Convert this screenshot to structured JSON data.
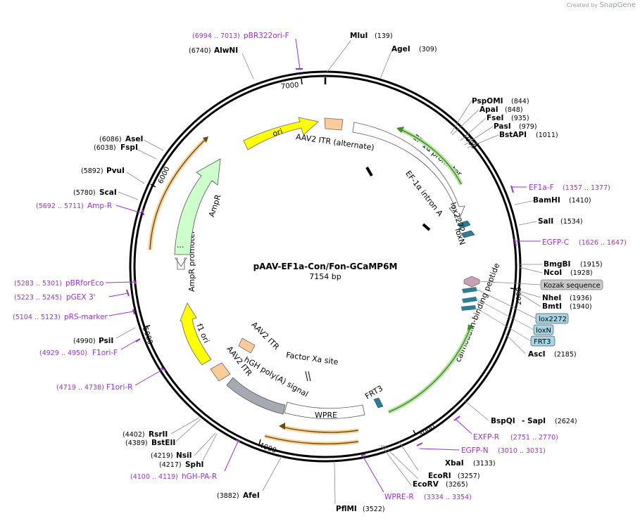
{
  "brand": {
    "created_by": "Created by",
    "name": "SnapGene"
  },
  "plasmid": {
    "name": "pAAV-EF1a-Con/Fon-GCaMP6M",
    "size": "7154 bp"
  },
  "ticks": [
    "1000",
    "2000",
    "3000",
    "4000",
    "5000",
    "6000",
    "7000"
  ],
  "enzymes": [
    {
      "name": "MluI",
      "pos": "(139)"
    },
    {
      "name": "AgeI",
      "pos": "(309)"
    },
    {
      "name": "PspOMI",
      "pos": "(844)"
    },
    {
      "name": "ApaI",
      "pos": "(848)"
    },
    {
      "name": "FseI",
      "pos": "(935)"
    },
    {
      "name": "PasI",
      "pos": "(979)"
    },
    {
      "name": "BstAPI",
      "pos": "(1011)"
    },
    {
      "name": "BamHI",
      "pos": "(1410)"
    },
    {
      "name": "SalI",
      "pos": "(1534)"
    },
    {
      "name": "BmgBI",
      "pos": "(1915)"
    },
    {
      "name": "NcoI",
      "pos": "(1928)"
    },
    {
      "name": "NheI",
      "pos": "(1936)"
    },
    {
      "name": "BmtI",
      "pos": "(1940)"
    },
    {
      "name": "AscI",
      "pos": "(2185)"
    },
    {
      "name": "BspQI",
      "pos": ""
    },
    {
      "name": "- SapI",
      "pos": "(2624)"
    },
    {
      "name": "XbaI",
      "pos": "(3133)"
    },
    {
      "name": "EcoRI",
      "pos": "(3257)"
    },
    {
      "name": "EcoRV",
      "pos": "(3265)"
    },
    {
      "name": "PflMI",
      "pos": "(3522)"
    },
    {
      "name": "AfeI",
      "pos": "(3882)"
    },
    {
      "name": "SphI",
      "pos": "(4217)"
    },
    {
      "name": "NsiI",
      "pos": "(4219)"
    },
    {
      "name": "BstEII",
      "pos": "(4389)"
    },
    {
      "name": "RsrII",
      "pos": "(4402)"
    },
    {
      "name": "PsiI",
      "pos": "(4990)"
    },
    {
      "name": "ScaI",
      "pos": "(5780)"
    },
    {
      "name": "PvuI",
      "pos": "(5892)"
    },
    {
      "name": "FspI",
      "pos": "(6038)"
    },
    {
      "name": "AseI",
      "pos": "(6086)"
    },
    {
      "name": "AlwNI",
      "pos": "(6740)"
    }
  ],
  "primers": [
    {
      "name": "pBR322ori-F",
      "range": "(6994 .. 7013)"
    },
    {
      "name": "EF1a-F",
      "range": "(1357 .. 1377)"
    },
    {
      "name": "EGFP-C",
      "range": "(1626 .. 1647)"
    },
    {
      "name": "EXFP-R",
      "range": "(2751 .. 2770)"
    },
    {
      "name": "EGFP-N",
      "range": "(3010 .. 3031)"
    },
    {
      "name": "WPRE-R",
      "range": "(3334 .. 3354)"
    },
    {
      "name": "hGH-PA-R",
      "range": "(4100 .. 4119)"
    },
    {
      "name": "F1ori-R",
      "range": "(4719 .. 4738)"
    },
    {
      "name": "F1ori-F",
      "range": "(4929 .. 4950)"
    },
    {
      "name": "pRS-marker",
      "range": "(5104 .. 5123)"
    },
    {
      "name": "pGEX 3'",
      "range": "(5223 .. 5245)"
    },
    {
      "name": "pBRforEco",
      "range": "(5283 .. 5301)"
    },
    {
      "name": "Amp-R",
      "range": "(5692 .. 5711)"
    }
  ],
  "features": {
    "ori": "ori",
    "itr_alt": "AAV2 ITR (alternate)",
    "ef1a_promoter": "EF-1α promoter",
    "ef1a_intron": "EF-1α intron A",
    "lox2272": "lox2272",
    "loxN": "loxN",
    "kozak": "Kozak sequence",
    "box_lox2272": "lox2272",
    "box_loxN": "loxN",
    "box_frt3": "FRT3",
    "calmodulin": "calmodulin-binding peptide",
    "frt3": "FRT3",
    "wpre": "WPRE",
    "factor_xa": "Factor Xa site",
    "hgh": "hGH poly(A) signal",
    "itr1": "AAV2 ITR",
    "itr2": "AAV2 ITR",
    "f1ori": "f1 ori",
    "amp_promoter": "AmpR promoter",
    "ampr": "AmpR",
    "ellipsis": "..."
  },
  "colors": {
    "backbone": "#000000",
    "ori": "#ffff00",
    "itr": "#ffcc99",
    "ampr": "#ccffcc",
    "orange_highlight": "#f5b041",
    "green_highlight": "#6cc644",
    "site": "#2e7d92",
    "kozak": "#b8b8b8",
    "lox_box": "#a5d6e8",
    "polyA": "#a5aab2",
    "primer": "#9b30d9"
  }
}
